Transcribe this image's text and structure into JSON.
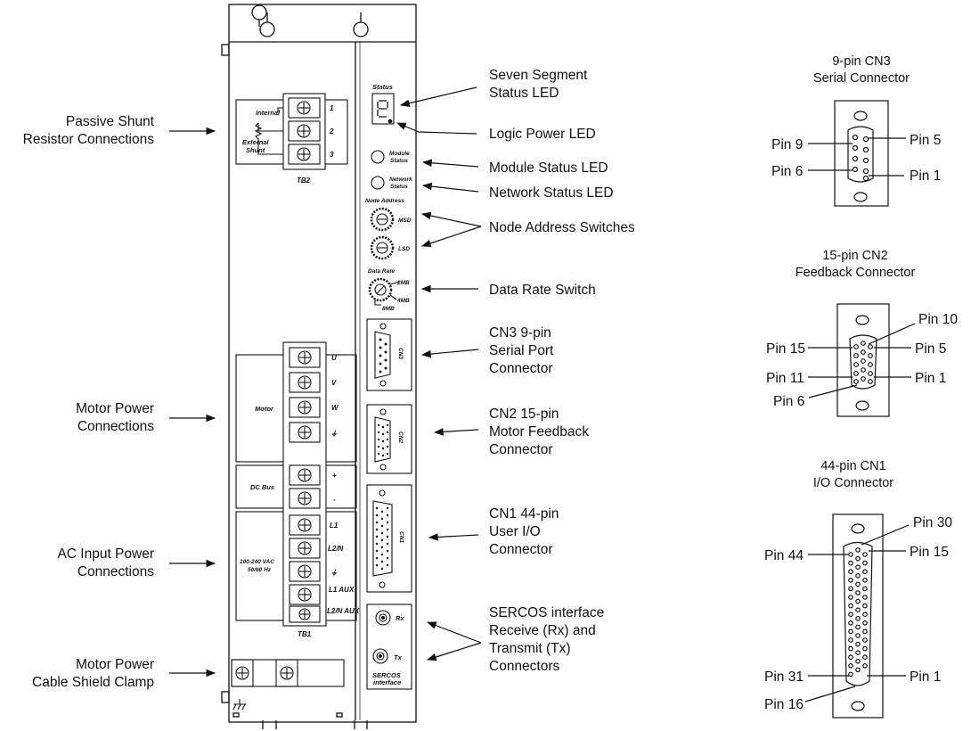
{
  "callouts_left": {
    "passive_shunt": [
      "Passive Shunt",
      "Resistor Connections"
    ],
    "motor_power": [
      "Motor Power",
      "Connections"
    ],
    "ac_input": [
      "AC Input Power",
      "Connections"
    ],
    "shield_clamp": [
      "Motor Power",
      "Cable Shield Clamp"
    ]
  },
  "callouts_right": {
    "seven_segment": [
      "Seven Segment",
      "Status LED"
    ],
    "logic_power": "Logic Power LED",
    "module_status": "Module Status LED",
    "network_status": "Network Status LED",
    "node_address": "Node Address Switches",
    "data_rate": "Data Rate Switch",
    "cn3": [
      "CN3 9-pin",
      "Serial Port",
      "Connector"
    ],
    "cn2": [
      "CN2 15-pin",
      "Motor Feedback",
      "Connector"
    ],
    "cn1": [
      "CN1 44-pin",
      "User I/O",
      "Connector"
    ],
    "sercos": [
      "SERCOS interface",
      "Receive (Rx) and",
      "Transmit (Tx)",
      "Connectors"
    ]
  },
  "panel_labels": {
    "status": "Status",
    "module_status": [
      "Module",
      "Status"
    ],
    "network_status": [
      "Network",
      "Status"
    ],
    "node_address": "Node Address",
    "msd": "MSD",
    "lsd": "LSD",
    "data_rate": "Data Rate",
    "rate_2mb": "2MB",
    "rate_4mb": "4MB",
    "rate_8mb": "8MB",
    "cn3": "CN3",
    "cn2": "CN2",
    "cn1": "CN1",
    "rx": "Rx",
    "tx": "Tx",
    "sercos": [
      "SERCOS",
      "interface"
    ],
    "tb2": "TB2",
    "tb1": "TB1",
    "internal": "Internal",
    "external_shunt": [
      "External",
      "Shunt"
    ],
    "motor": "Motor",
    "dc_bus": "DC Bus",
    "ac_rating": [
      "100-240 VAC",
      "50/60 Hz"
    ],
    "tb2_terminals": [
      "1",
      "2",
      "3"
    ],
    "tb1_terminals": [
      "U",
      "V",
      "W",
      "⏚",
      "+",
      "-",
      "L1",
      "L2/N",
      "⏚",
      "L1 AUX",
      "L2/N AUX"
    ]
  },
  "connectors": {
    "cn3": {
      "title": [
        "9-pin CN3",
        "Serial Connector"
      ],
      "pins": {
        "top_left": "Pin 9",
        "top_right": "Pin 5",
        "bottom_left": "Pin 6",
        "bottom_right": "Pin 1"
      }
    },
    "cn2": {
      "title": [
        "15-pin CN2",
        "Feedback Connector"
      ],
      "pins": {
        "top": "Pin 10",
        "upper_left": "Pin 15",
        "upper_right": "Pin 5",
        "lower_left": "Pin 11",
        "lower_right": "Pin 1",
        "bottom": "Pin 6"
      }
    },
    "cn1": {
      "title": [
        "44-pin CN1",
        "I/O Connector"
      ],
      "pins": {
        "top": "Pin 30",
        "upper_left": "Pin 44",
        "upper_right": "Pin 15",
        "lower_left": "Pin 31",
        "lower_right": "Pin 1",
        "bottom": "Pin 16"
      }
    }
  }
}
